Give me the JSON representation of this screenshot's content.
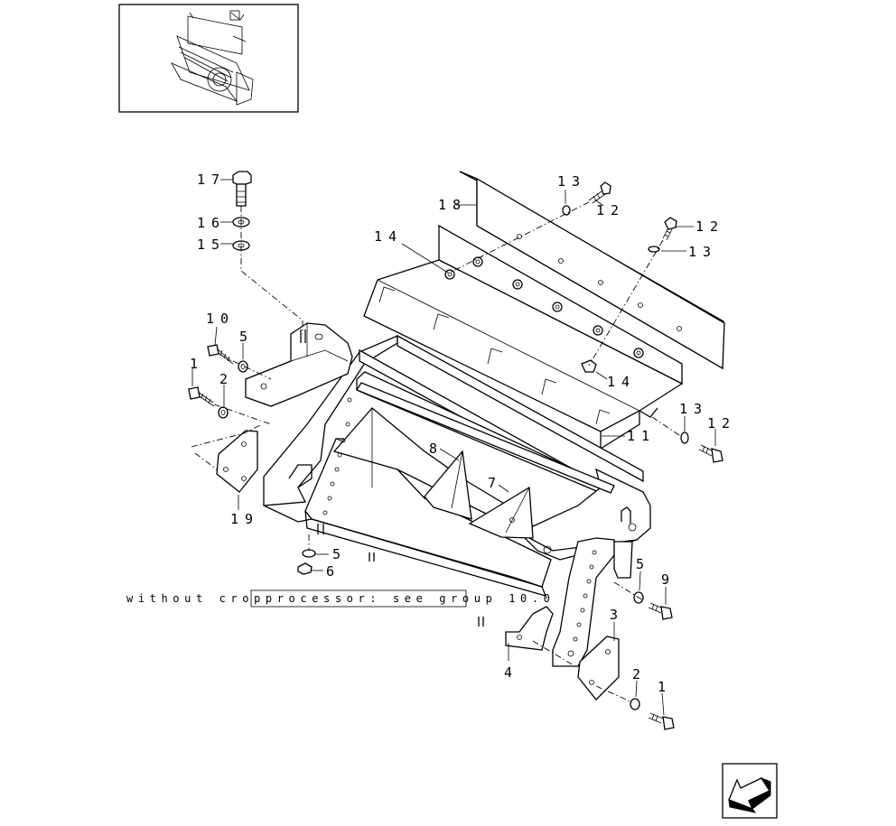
{
  "note_text": "without cropprocessor: see group 10.0",
  "callouts": [
    {
      "id": "c1a",
      "label": "1"
    },
    {
      "id": "c2a",
      "label": "2"
    },
    {
      "id": "c5a",
      "label": "5"
    },
    {
      "id": "c10",
      "label": "10"
    },
    {
      "id": "c15",
      "label": "15"
    },
    {
      "id": "c16",
      "label": "16"
    },
    {
      "id": "c17",
      "label": "17"
    },
    {
      "id": "c18",
      "label": "18"
    },
    {
      "id": "c14a",
      "label": "14"
    },
    {
      "id": "c13a",
      "label": "13"
    },
    {
      "id": "c12a",
      "label": "12"
    },
    {
      "id": "c12b",
      "label": "12"
    },
    {
      "id": "c13b",
      "label": "13"
    },
    {
      "id": "c14b",
      "label": "14"
    },
    {
      "id": "c13c",
      "label": "13"
    },
    {
      "id": "c12c",
      "label": "12"
    },
    {
      "id": "c11",
      "label": "11"
    },
    {
      "id": "c8",
      "label": "8"
    },
    {
      "id": "c7",
      "label": "7"
    },
    {
      "id": "c19",
      "label": "19"
    },
    {
      "id": "c5b",
      "label": "5"
    },
    {
      "id": "c6",
      "label": "6"
    },
    {
      "id": "c5c",
      "label": "5"
    },
    {
      "id": "c9",
      "label": "9"
    },
    {
      "id": "c3",
      "label": "3"
    },
    {
      "id": "c4",
      "label": "4"
    },
    {
      "id": "c2b",
      "label": "2"
    },
    {
      "id": "c1b",
      "label": "1"
    }
  ],
  "icons": {
    "thumbnail": "machine-overview-thumbnail",
    "nav": "previous-page-arrow-icon"
  }
}
